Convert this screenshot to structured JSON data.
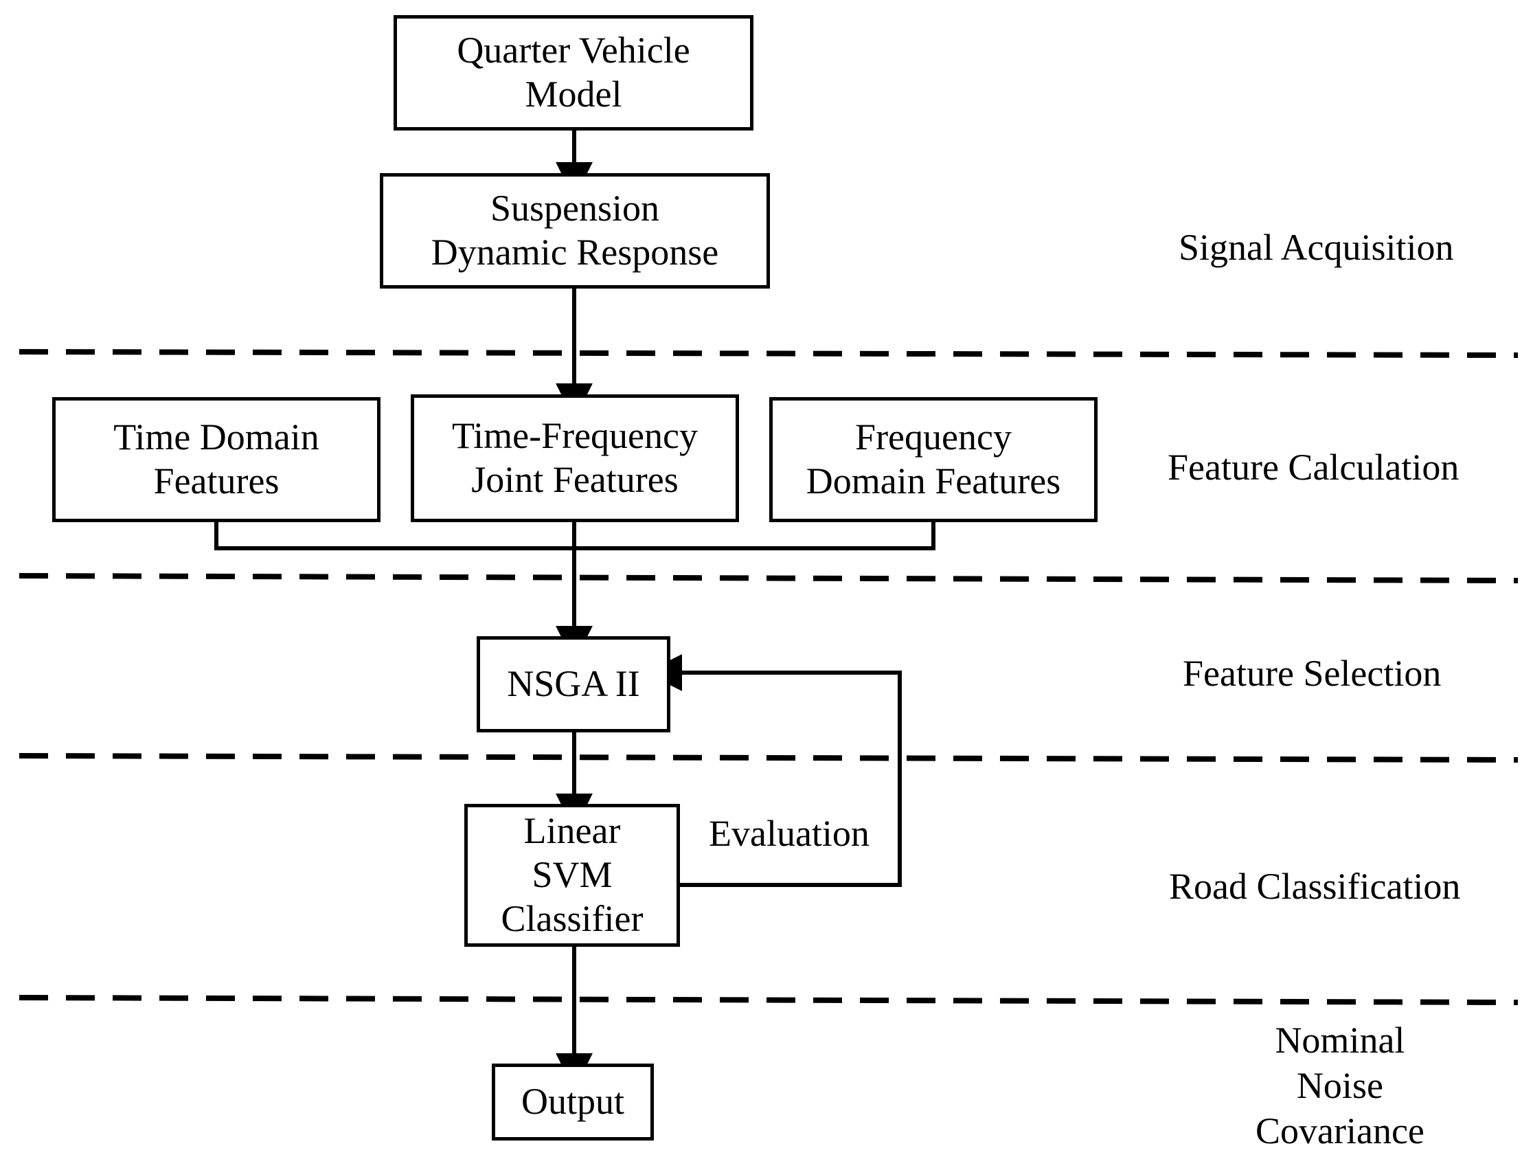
{
  "diagram": {
    "title": "Road classification framework flowchart",
    "background_color": "#ffffff",
    "stroke_color": "#000000",
    "nodes": [
      {
        "id": "quarter-vehicle",
        "lines": [
          "Quarter Vehicle",
          "Model"
        ]
      },
      {
        "id": "suspension",
        "lines": [
          "Suspension",
          "Dynamic Response"
        ]
      },
      {
        "id": "time-domain",
        "lines": [
          "Time Domain",
          "Features"
        ]
      },
      {
        "id": "time-frequency",
        "lines": [
          "Time-Frequency",
          "Joint Features"
        ]
      },
      {
        "id": "frequency-domain",
        "lines": [
          "Frequency",
          "Domain Features"
        ]
      },
      {
        "id": "nsga",
        "lines": [
          "NSGA II"
        ]
      },
      {
        "id": "svm",
        "lines": [
          "Linear",
          "SVM",
          "Classifier"
        ]
      },
      {
        "id": "output",
        "lines": [
          "Output"
        ]
      }
    ],
    "edge_labels": {
      "evaluation": "Evaluation"
    },
    "stage_labels": [
      {
        "id": "signal-acquisition",
        "lines": [
          "Signal Acquisition"
        ]
      },
      {
        "id": "feature-calculation",
        "lines": [
          "Feature Calculation"
        ]
      },
      {
        "id": "feature-selection",
        "lines": [
          "Feature Selection"
        ]
      },
      {
        "id": "road-classification",
        "lines": [
          "Road Classification"
        ]
      },
      {
        "id": "nominal-noise",
        "lines": [
          "Nominal",
          "Noise",
          "Covariance"
        ]
      }
    ]
  }
}
